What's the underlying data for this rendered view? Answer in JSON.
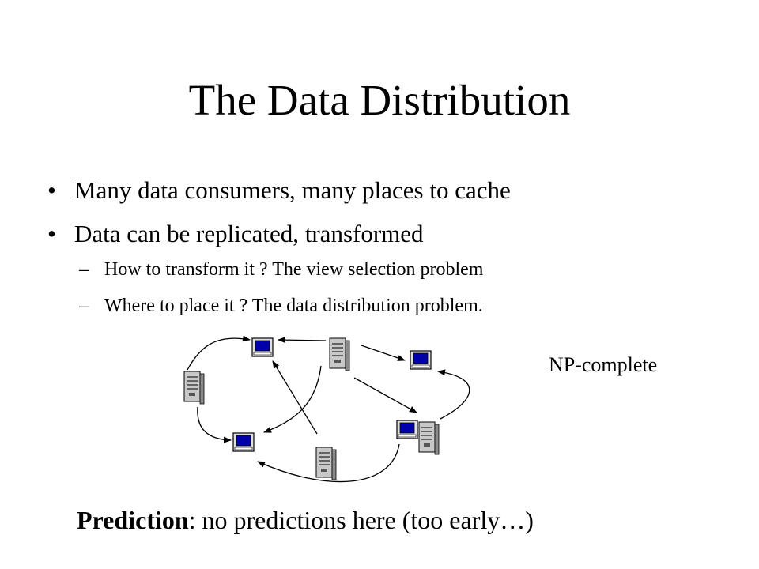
{
  "slide": {
    "title": "The Data Distribution",
    "bullets": [
      "Many data consumers, many places to cache",
      "Data can be replicated, transformed"
    ],
    "sub_bullets": [
      "How to transform it ? The view selection problem",
      "Where to place it ? The data distribution problem."
    ],
    "np_label": "NP-complete",
    "prediction_label": "Prediction",
    "prediction_text": ": no predictions here (too early…)",
    "bullet_glyph": "•",
    "dash_glyph": "–"
  },
  "diagram": {
    "icons": [
      "monitor-icon",
      "server-icon"
    ],
    "colors": {
      "screen": "#0000aa",
      "body": "#c8c8c8",
      "line": "#000000"
    }
  }
}
